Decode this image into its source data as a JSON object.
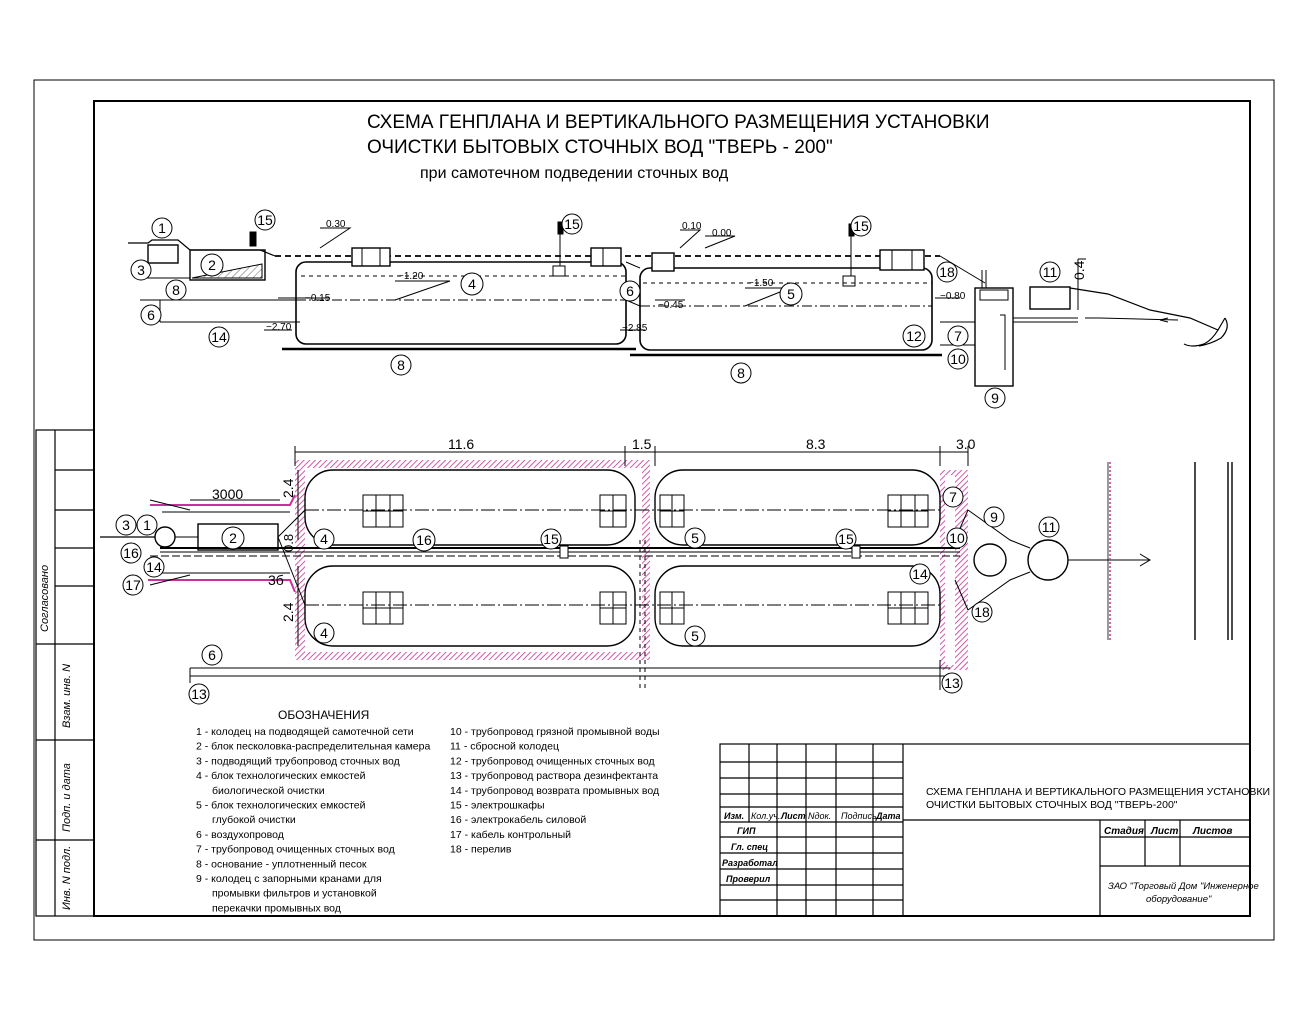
{
  "title": {
    "line1": "СХЕМА ГЕНПЛАНА И ВЕРТИКАЛЬНОГО РАЗМЕЩЕНИЯ УСТАНОВКИ",
    "line2": "ОЧИСТКИ БЫТОВЫХ СТОЧНЫХ ВОД \"ТВЕРЬ - 200\"",
    "line3": "при самотечном подведении сточных вод"
  },
  "section_levels": {
    "l030": "0.30",
    "l010": "0.10",
    "l000": "0.00",
    "lm120": "−1.20",
    "lm015": "−0.15",
    "lm270": "−2.70",
    "lm285": "−2.85",
    "lm045": "−0.45",
    "lm150": "−1.50",
    "lm080": "−0.80",
    "l04": "0.4"
  },
  "plan_dims": {
    "d116": "11.6",
    "d15": "1.5",
    "d83": "8.3",
    "d30": "3.0",
    "d3000": "3000",
    "d24a": "2.4",
    "d24b": "2.4",
    "d08": "0.8",
    "t3b": "3б"
  },
  "markers": {
    "n1": "1",
    "n2": "2",
    "n3": "3",
    "n4": "4",
    "n5": "5",
    "n6": "6",
    "n7": "7",
    "n8": "8",
    "n9": "9",
    "n10": "10",
    "n11": "11",
    "n12": "12",
    "n13": "13",
    "n14": "14",
    "n15": "15",
    "n16": "16",
    "n17": "17",
    "n18": "18"
  },
  "legend": {
    "heading": "ОБОЗНАЧЕНИЯ",
    "col1": [
      "1 - колодец на подводящей самотечной сети",
      "2 - блок песколовка-распределительная камера",
      "3 - подводящий трубопровод сточных вод",
      "4 - блок технологических емкостей",
      "биологической очистки",
      "5 - блок технологических емкостей",
      "глубокой очистки",
      "6 - воздухопровод",
      "7 - трубопровод очищенных сточных вод",
      "8 - основание - уплотненный песок",
      "9 - колодец с запорными кранами для",
      "промывки фильтров и установкой",
      "перекачки промывных вод"
    ],
    "col2": [
      "10 - трубопровод грязной промывной воды",
      "11 - сбросной колодец",
      "12 - трубопровод очищенных сточных вод",
      "13 - трубопровод раствора дезинфектанта",
      "14 - трубопровод возврата промывных вод",
      "15 - электрошкафы",
      "16 - электрокабель силовой",
      "17 - кабель контрольный",
      "18 - перелив"
    ]
  },
  "side_stamp": {
    "agreed": "Согласовано",
    "inv_vzam": "Взам. инв. N",
    "sign_date": "Подп. и дата",
    "inv_podl": "Инв. N подл."
  },
  "title_block": {
    "doc_title_1": "СХЕМА ГЕНПЛАНА И ВЕРТИКАЛЬНОГО РАЗМЕЩЕНИЯ УСТАНОВКИ",
    "doc_title_2": "ОЧИСТКИ БЫТОВЫХ СТОЧНЫХ ВОД \"ТВЕРЬ-200\"",
    "col_izm": "Изм.",
    "col_koluch": "Кол.уч.",
    "col_list": "Лист",
    "col_ndok": "Nдок.",
    "col_podpis": "Подпись",
    "col_data": "Дата",
    "row_gip": "ГИП",
    "row_gl": "Гл. спец",
    "row_razr": "Разработал",
    "row_prov": "Проверил",
    "stadiya": "Стадия",
    "list": "Лист",
    "listov": "Листов",
    "company_1": "ЗАО \"Торговый Дом \"Инженерное",
    "company_2": "оборудование\""
  }
}
